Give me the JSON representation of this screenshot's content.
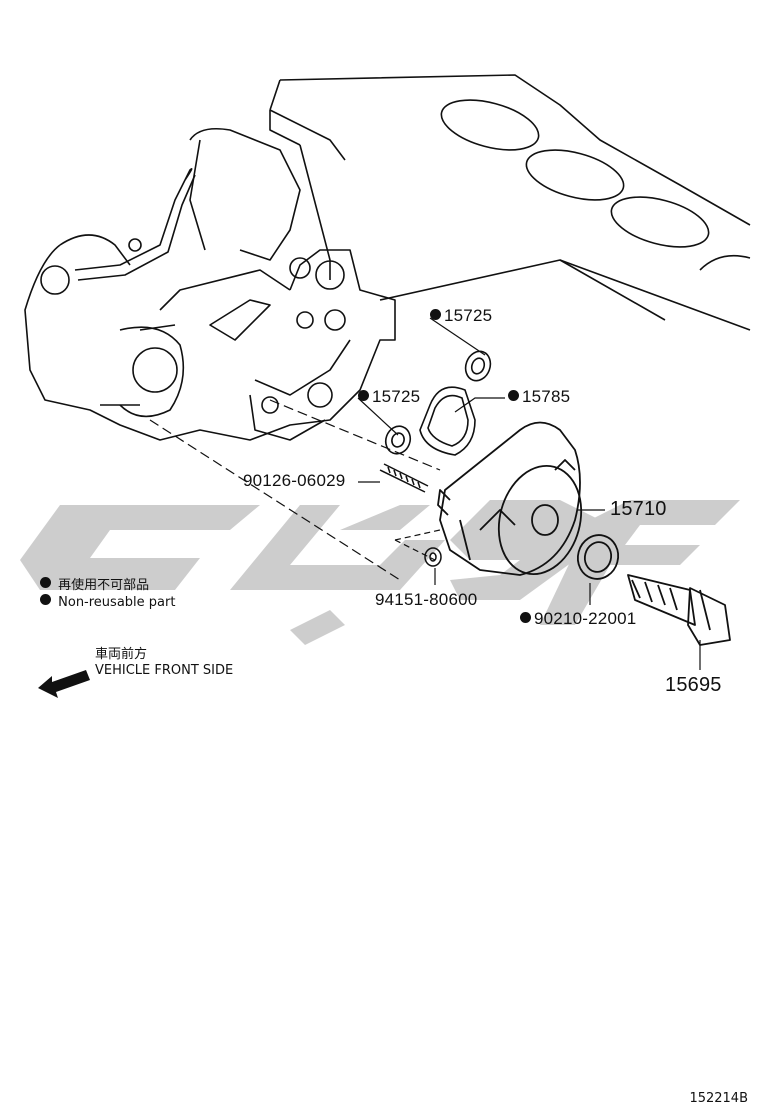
{
  "parts": [
    {
      "id": "p15725a",
      "number": "15725",
      "non_reusable": true
    },
    {
      "id": "p15725b",
      "number": "15725",
      "non_reusable": true
    },
    {
      "id": "p15785",
      "number": "15785",
      "non_reusable": true
    },
    {
      "id": "p90126",
      "number": "90126-06029",
      "non_reusable": false
    },
    {
      "id": "p15710",
      "number": "15710",
      "non_reusable": false
    },
    {
      "id": "p94151",
      "number": "94151-80600",
      "non_reusable": false
    },
    {
      "id": "p90210",
      "number": "90210-22001",
      "non_reusable": true
    },
    {
      "id": "p15695",
      "number": "15695",
      "non_reusable": false
    }
  ],
  "legend": {
    "jp": "再使用不可部品",
    "en": "Non-reusable part"
  },
  "front_side": {
    "jp": "車両前方",
    "en": "VEHICLE FRONT SIDE"
  },
  "figure_number": "152214B",
  "colors": {
    "line": "#111111",
    "watermark": "#c8c8c8"
  },
  "icons": {
    "bullet": "filled-circle-icon",
    "arrow": "front-direction-arrow-icon"
  }
}
